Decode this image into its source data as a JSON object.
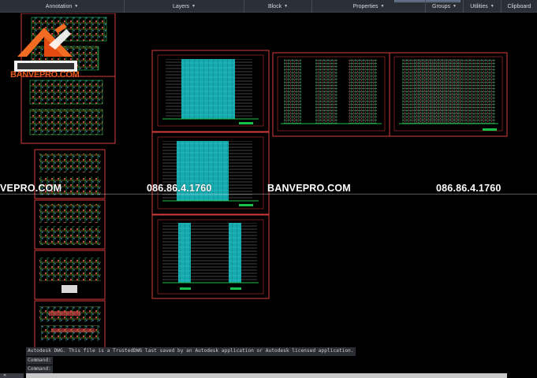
{
  "ribbon": {
    "panels": [
      {
        "label": "Annotation"
      },
      {
        "label": "Layers"
      },
      {
        "label": "Block"
      },
      {
        "label": "Properties"
      },
      {
        "label": "Groups"
      },
      {
        "label": "Utilities"
      },
      {
        "label": "Clipboard"
      }
    ]
  },
  "watermark": {
    "brand_left": "VEPRO.COM",
    "phone_left": "086.86.4.1760",
    "brand_right": "BANVEPRO.COM",
    "phone_right": "086.86.4.1760",
    "logo_text": "BANVEPRO.COM"
  },
  "command": {
    "log": [
      "Autodesk DWG.  This file is a TrustedDWG last saved by an Autodesk application or Autodesk licensed application.",
      "Command:",
      "Command:"
    ]
  },
  "colors": {
    "sheet_border": "#d33c3c",
    "facade_fill": "#1fb5b8",
    "linework_green": "#18c24a",
    "background": "#000000"
  }
}
